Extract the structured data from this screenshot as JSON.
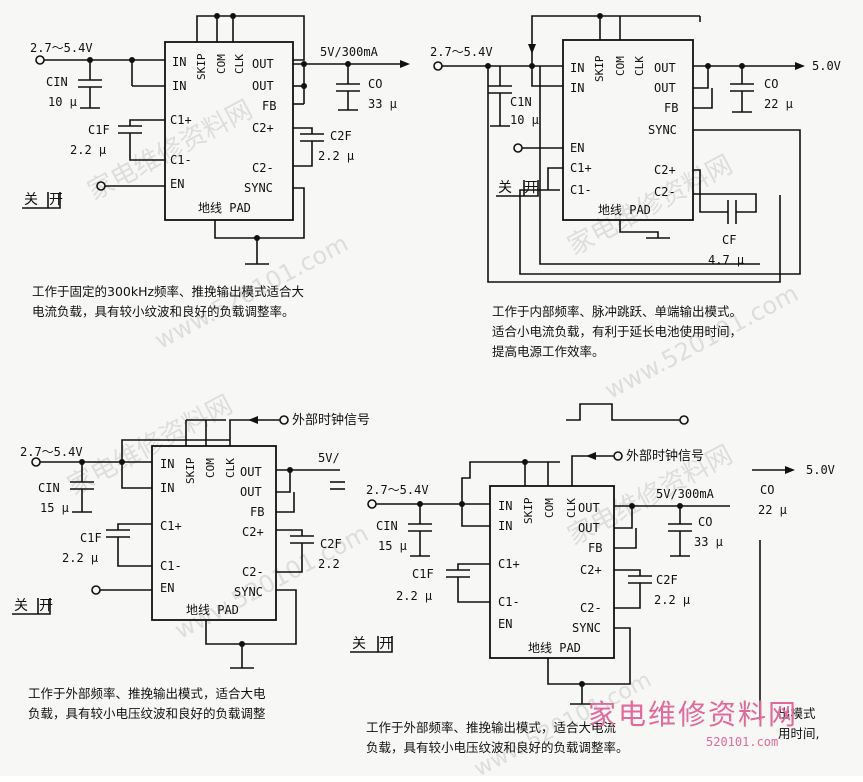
{
  "colors": {
    "ink": "#111111",
    "paper": "#f7f7f5",
    "watermark": "#c9c9c9",
    "logo": "#e06a9a"
  },
  "watermarks": [
    "家电维修资料网",
    "www.520101.com"
  ],
  "logo": {
    "text": "家电维修资料网",
    "url": "520101.com"
  },
  "circuits": [
    {
      "input_label": "2.7～5.4V",
      "pins": {
        "in1": "IN",
        "in2": "IN",
        "skip": "SKIP",
        "com": "COM",
        "clk": "CLK",
        "out1": "OUT",
        "out2": "OUT",
        "fb": "FB",
        "c2p": "C2+",
        "c1p": "C1+",
        "c1m": "C1-",
        "c2m": "C2-",
        "en": "EN",
        "sync": "SYNC",
        "pad": "地线 PAD"
      },
      "cin": {
        "name": "CIN",
        "value": "10 μ"
      },
      "c1f": {
        "name": "C1F",
        "value": "2.2 μ"
      },
      "c2f": {
        "name": "C2F",
        "value": "2.2 μ"
      },
      "co": {
        "name": "CO",
        "value": "33 μ"
      },
      "output_label": "5V/300mA",
      "switch": {
        "off": "关",
        "on": "开"
      },
      "caption": [
        "工作于固定的300kHz频率、推挽输出模式适合大",
        "电流负载，具有较小纹波和良好的负载调整率。"
      ]
    },
    {
      "input_label": "2.7～5.4V",
      "pins": {
        "in1": "IN",
        "in2": "IN",
        "skip": "SKIP",
        "com": "COM",
        "clk": "CLK",
        "out1": "OUT",
        "out2": "OUT",
        "fb": "FB",
        "sync": "SYNC",
        "en": "EN",
        "c1p": "C1+",
        "c1m": "C1-",
        "c2p": "C2+",
        "c2m": "C2-",
        "pad": "地线 PAD"
      },
      "cin": {
        "name": "C1N",
        "value": "10 μ"
      },
      "co": {
        "name": "CO",
        "value": "22 μ"
      },
      "cf": {
        "name": "CF",
        "value": "4.7 μ"
      },
      "output_label": "5.0V",
      "switch": {
        "off": "关",
        "on": "开"
      },
      "caption": [
        "工作于内部频率、脉冲跳跃、单端输出模式。",
        "适合小电流负载，有利于延长电池使用时间，",
        "提高电源工作效率。"
      ]
    },
    {
      "input_label": "2.7～5.4V",
      "ext_clock": "外部时钟信号",
      "pins": {
        "in1": "IN",
        "in2": "IN",
        "skip": "SKIP",
        "com": "COM",
        "clk": "CLK",
        "out1": "OUT",
        "out2": "OUT",
        "fb": "FB",
        "c2p": "C2+",
        "c1p": "C1+",
        "c1m": "C1-",
        "c2m": "C2-",
        "en": "EN",
        "sync": "SYNC",
        "pad": "地线 PAD"
      },
      "cin": {
        "name": "CIN",
        "value": "15 μ"
      },
      "c1f": {
        "name": "C1F",
        "value": "2.2 μ"
      },
      "c2f": {
        "name": "C2F",
        "value": "2.2"
      },
      "output_label": "5V/",
      "switch": {
        "off": "关",
        "on": "开"
      },
      "caption": [
        "工作于外部频率、推挽输出模式，适合大电",
        "负载，具有较小电压纹波和良好的负载调整"
      ]
    },
    {
      "input_label": "2.7～5.4V",
      "ext_clock": "外部时钟信号",
      "pins": {
        "in1": "IN",
        "in2": "IN",
        "skip": "SKIP",
        "com": "COM",
        "clk": "CLK",
        "out1": "OUT",
        "out2": "OUT",
        "fb": "FB",
        "c2p": "C2+",
        "c1p": "C1+",
        "c1m": "C1-",
        "c2m": "C2-",
        "en": "EN",
        "sync": "SYNC",
        "pad": "地线 PAD"
      },
      "cin": {
        "name": "CIN",
        "value": "15 μ"
      },
      "c1f": {
        "name": "C1F",
        "value": "2.2 μ"
      },
      "c2f": {
        "name": "C2F",
        "value": "2.2 μ"
      },
      "co": {
        "name": "CO",
        "value": "33 μ"
      },
      "co_extra": {
        "name": "CO",
        "value": "22 μ"
      },
      "output_label": "5V/300mA",
      "output_label_extra": "5.0V",
      "switch": {
        "off": "关",
        "on": "开"
      },
      "caption": [
        "工作于外部频率、推挽输出模式，适合大电流",
        "负载，具有较小电压纹波和良好的负载调整率。"
      ],
      "caption_tail": [
        "出模式",
        "用时间,"
      ]
    }
  ]
}
